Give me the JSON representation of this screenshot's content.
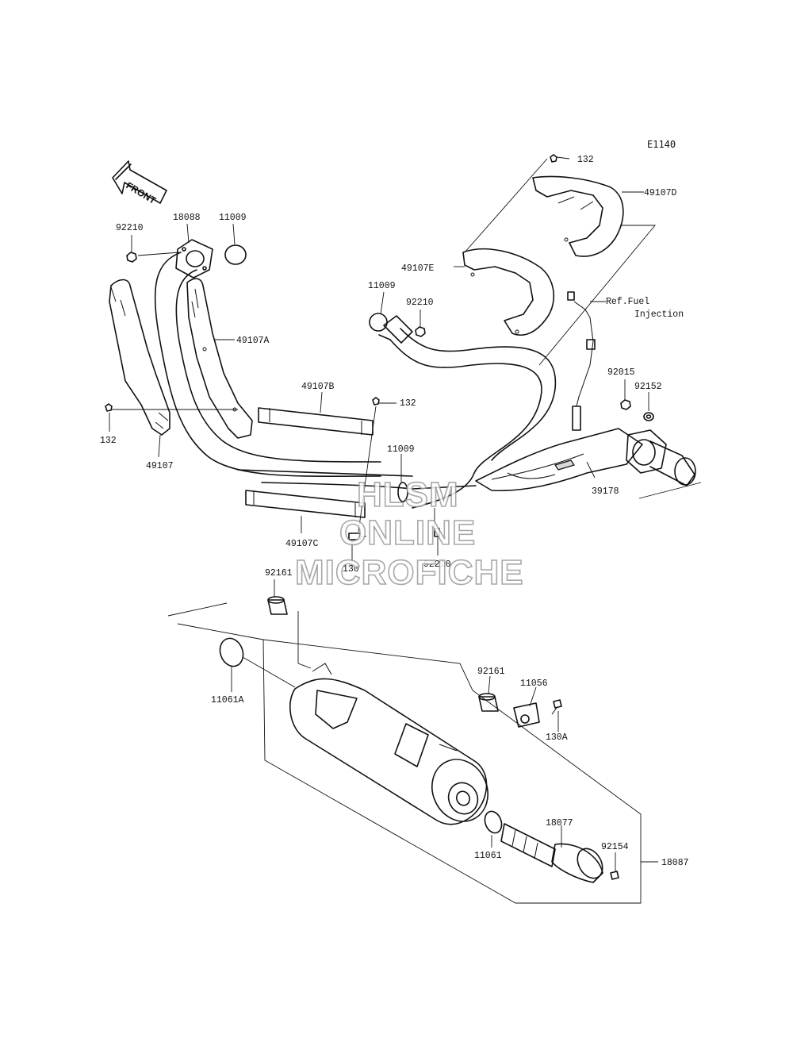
{
  "figure_id": "E1140",
  "front_label": "FRONT",
  "reference_note": [
    "Ref.Fuel",
    "Injection"
  ],
  "watermark": [
    "HLSM",
    "ONLINE",
    "MICROFICHE"
  ],
  "part_labels": [
    "132",
    "49107D",
    "49107E",
    "11009",
    "92210",
    "18088",
    "11009",
    "92210",
    "49107A",
    "49107B",
    "132",
    "132",
    "49107",
    "11009",
    "92015",
    "92152",
    "39178",
    "49107C",
    "130",
    "92210",
    "92161",
    "11061A",
    "92161",
    "11056",
    "130A",
    "18077",
    "92154",
    "11061",
    "18087"
  ]
}
